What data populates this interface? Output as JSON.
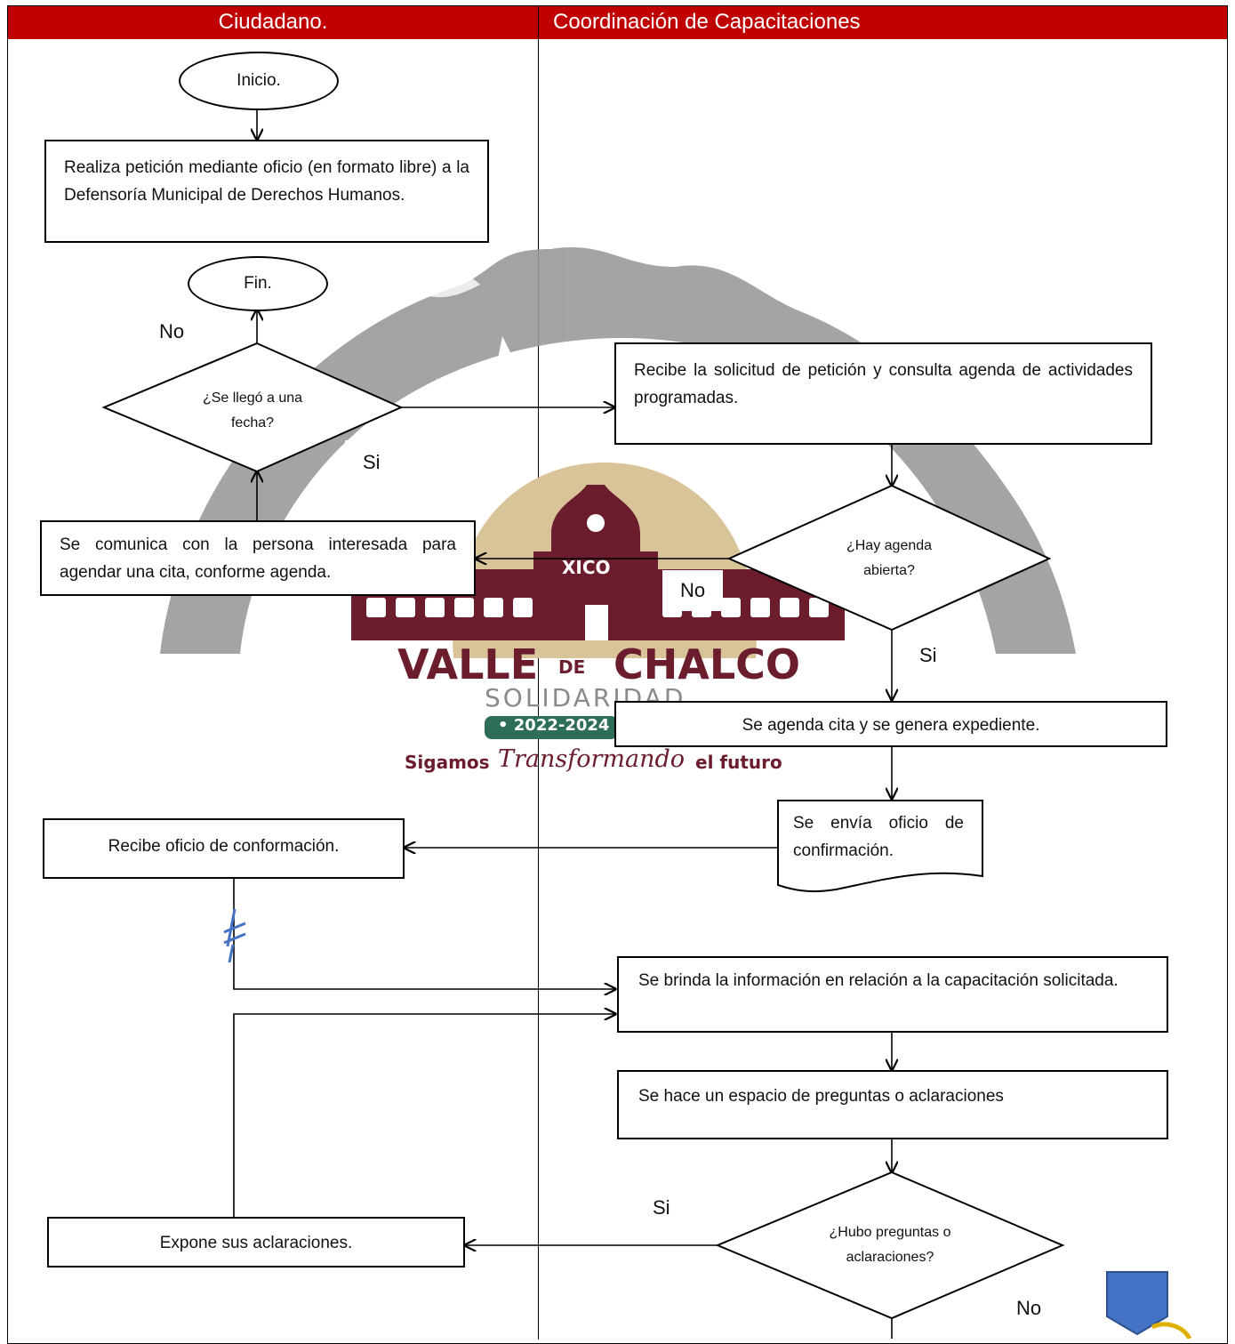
{
  "lanes": {
    "citizen": "Ciudadano.",
    "coordination": "Coordinación de Capacitaciones"
  },
  "steps": {
    "start": "Inicio.",
    "request": "Realiza petición mediante oficio (en formato libre) a la Defensoría Municipal de Derechos Humanos.",
    "end": "Fin.",
    "date_decision": "¿Se llegó a una fecha?",
    "receive_request": "Recibe la solicitud de petición y consulta agenda de actividades programadas.",
    "agenda_decision": "¿Hay agenda abierta?",
    "contact_person": "Se comunica con la persona interesada para agendar una cita, conforme agenda.",
    "schedule": "Se agenda cita y se genera expediente.",
    "send_letter": "Se envía oficio de confirmación.",
    "receive_letter": "Recibe oficio de conformación.",
    "provide_info": "Se brinda la información en relación a la capacitación solicitada.",
    "questions_space": "Se hace un espacio de preguntas o aclaraciones",
    "questions_decision": "¿Hubo preguntas o aclaraciones?",
    "expose": "Expone sus aclaraciones."
  },
  "labels": {
    "no_end": "No",
    "si_date": "Si",
    "no_agenda": "No",
    "si_agenda": "Si",
    "si_questions": "Si",
    "no_questions": "No"
  },
  "watermark": {
    "brand_small": "XICO",
    "brand_de": "DE",
    "brand_left": "VALLE",
    "brand_right": "CHALCO",
    "brand_sub": "SOLIDARIDAD",
    "years": "• 2022-2024",
    "slogan_a": "Sigamos",
    "slogan_b": "Transformando",
    "slogan_c": "el futuro"
  },
  "colors": {
    "header": "#c00000",
    "connector": "#4472c4",
    "watermark_gray": "#9a9a9a",
    "logo_maroon": "#6b1d2e",
    "logo_green": "#2e6e57",
    "logo_sand": "#d9c49a"
  }
}
